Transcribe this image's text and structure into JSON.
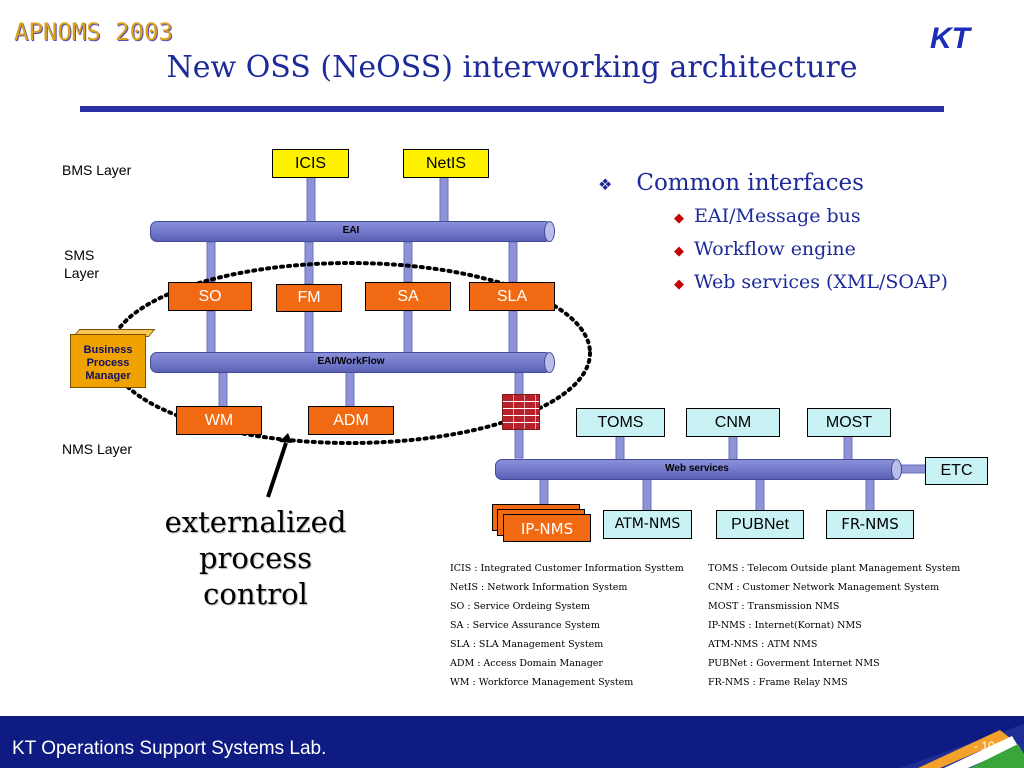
{
  "header": {
    "logo_left": "APNOMS 2003",
    "logo_right": "KT",
    "title": "New OSS (NeOSS) interworking architecture"
  },
  "diagram": {
    "layers": {
      "bms": "BMS Layer",
      "sms_line1": "SMS",
      "sms_line2": "Layer",
      "nms": "NMS Layer"
    },
    "bms_systems": [
      "ICIS",
      "NetIS"
    ],
    "buses": {
      "eai": "EAI",
      "eai_workflow": "EAI/WorkFlow",
      "web_services": "Web services"
    },
    "sms_systems": [
      "SO",
      "FM",
      "SA",
      "SLA"
    ],
    "workflow_systems": [
      "WM",
      "ADM"
    ],
    "business_process_manager": [
      "Business",
      "Process",
      "Manager"
    ],
    "nms_top": [
      "TOMS",
      "CNM",
      "MOST"
    ],
    "etc": "ETC",
    "nms_bottom": [
      "IP-NMS",
      "ATM-NMS",
      "PUBNet",
      "FR-NMS"
    ],
    "annotation": [
      "externalized",
      "process",
      "control"
    ]
  },
  "interfaces": {
    "heading": "Common interfaces",
    "heading_glyph": "❖",
    "items": [
      "EAI/Message bus",
      "Workflow engine",
      "Web services (XML/SOAP)"
    ]
  },
  "legend": {
    "left": [
      "ICIS : Integrated Customer Information Systtem",
      "NetIS : Network Information System",
      "SO : Service Ordeing System",
      "SA : Service Assurance System",
      "SLA : SLA Management System",
      "ADM : Access Domain Manager",
      "WM : Workforce Management System"
    ],
    "right": [
      "TOMS : Telecom Outside plant  Management System",
      "CNM : Customer Network Management System",
      "MOST : Transmission NMS",
      "IP-NMS : Internet(Kornat) NMS",
      "ATM-NMS : ATM NMS",
      "PUBNet : Goverment Internet NMS",
      "FR-NMS : Frame Relay NMS"
    ]
  },
  "footer": {
    "lab": "KT  Operations  Support  Systems  Lab.",
    "page": "- 10 -"
  },
  "colors": {
    "title_blue": "#1c2a9a",
    "footer_navy": "#0e1b82",
    "box_yellow": "#fff200",
    "box_orange": "#f16a13",
    "box_cyan": "#c9f2f5",
    "bus_blue": "#7278c9",
    "bullet_red": "#c40000"
  }
}
